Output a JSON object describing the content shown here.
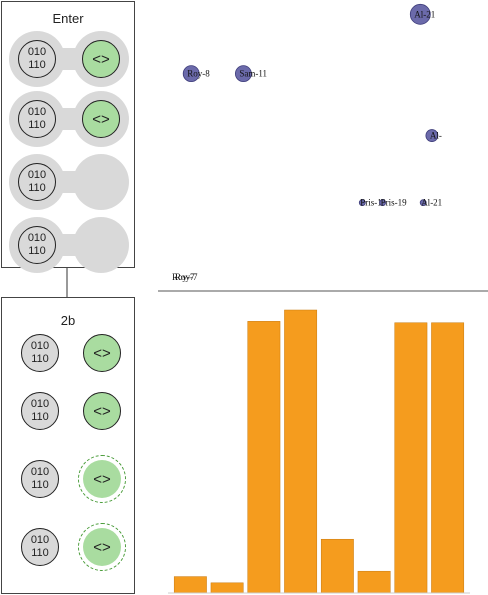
{
  "diagram": {
    "enter_title": "Enter",
    "step_label": "2b",
    "binary_text": [
      "010",
      "110"
    ],
    "code_symbol": "<>",
    "enter_rows": [
      {
        "has_code": true
      },
      {
        "has_code": true
      },
      {
        "has_code": false
      },
      {
        "has_code": false
      }
    ],
    "step_rows": [
      {
        "code_style": "solid"
      },
      {
        "code_style": "solid"
      },
      {
        "code_style": "dashed"
      },
      {
        "code_style": "dashed"
      }
    ],
    "colors": {
      "binary_fill": "#d9d9d9",
      "code_fill": "#a9dca0",
      "dash_ring": "#4a9c3a"
    }
  },
  "chart_data": [
    {
      "type": "scatter",
      "xlim": [
        0,
        100
      ],
      "ylim": [
        0,
        100
      ],
      "bottom_label": "Roy-7",
      "color": "#6b6aaa",
      "points": [
        {
          "label": "Al-21",
          "x": 87,
          "y": 96,
          "r": 10
        },
        {
          "label": "Roy-8",
          "x": 8,
          "y": 73,
          "r": 8
        },
        {
          "label": "Sam-11",
          "x": 26,
          "y": 73,
          "r": 8
        },
        {
          "label": "Al-",
          "x": 91,
          "y": 49,
          "r": 6
        },
        {
          "label": "Pris-1",
          "x": 67,
          "y": 23,
          "r": 3
        },
        {
          "label": "Pris-19",
          "x": 74,
          "y": 23,
          "r": 3
        },
        {
          "label": "Al-21",
          "x": 88,
          "y": 23,
          "r": 3
        }
      ]
    },
    {
      "type": "bar",
      "color": "#f59c1e",
      "ylim": [
        0,
        100
      ],
      "values": [
        5.8,
        3.6,
        96,
        100,
        19,
        7.7,
        95.5,
        95.5
      ]
    }
  ]
}
